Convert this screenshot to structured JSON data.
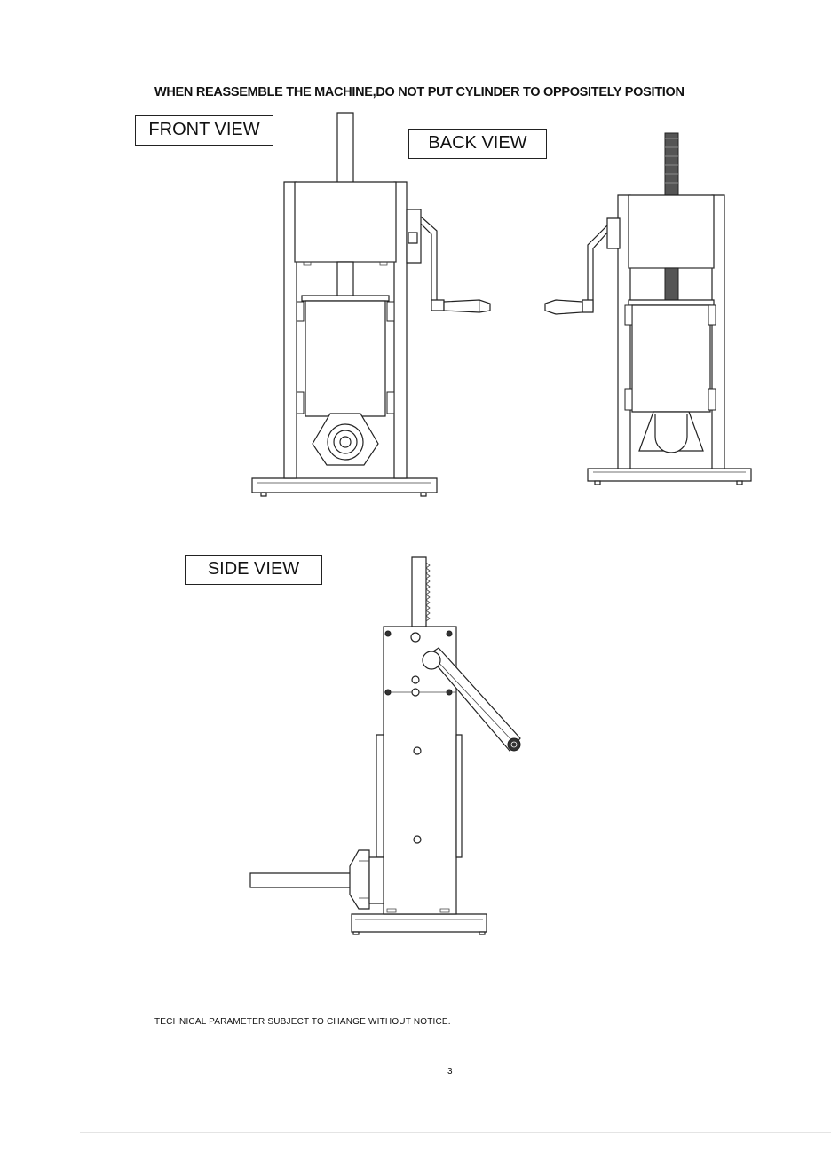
{
  "heading": "WHEN REASSEMBLE THE MACHINE,DO NOT PUT CYLINDER TO OPPOSITELY POSITION",
  "views": {
    "front": "FRONT VIEW",
    "back": "BACK VIEW",
    "side": "SIDE VIEW"
  },
  "notice": "TECHNICAL PARAMETER SUBJECT TO CHANGE WITHOUT NOTICE.",
  "page_number": "3"
}
